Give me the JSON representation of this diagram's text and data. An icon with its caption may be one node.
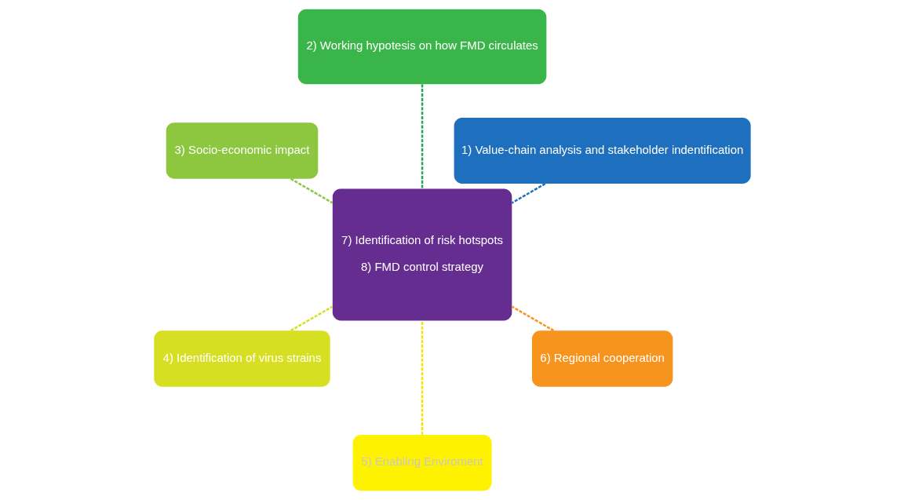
{
  "diagram": {
    "nodes": [
      {
        "text": [
          "1) Value-chain analysis and stakeholder indentification"
        ]
      },
      {
        "text": [
          "2) Working hypotesis on how FMD circulates"
        ]
      },
      {
        "text": [
          "3) Socio-economic impact"
        ]
      },
      {
        "text": [
          "4) Identification of virus strains"
        ]
      },
      {
        "text": [
          "5) Enabling Enviroment"
        ]
      },
      {
        "text": [
          "6) Regional cooperation"
        ]
      },
      {
        "text": [
          "7) Identification of risk hotspots",
          "8) FMD control strategy"
        ]
      }
    ],
    "edges": [
      {
        "from": 0,
        "to": 6,
        "arrow": "none",
        "style": "dashed",
        "color": "#1f6fbf"
      },
      {
        "from": 1,
        "to": 6,
        "arrow": "none",
        "style": "dashed",
        "color": "#2aa35a"
      },
      {
        "from": 2,
        "to": 6,
        "arrow": "none",
        "style": "dashed",
        "color": "#8dc63f"
      },
      {
        "from": 3,
        "to": 6,
        "arrow": "none",
        "style": "dashed",
        "color": "#d7df23"
      },
      {
        "from": 4,
        "to": 6,
        "arrow": "none",
        "style": "dashed",
        "color": "#f2e600"
      },
      {
        "from": 5,
        "to": 6,
        "arrow": "none",
        "style": "dashed",
        "color": "#f7941d"
      }
    ]
  }
}
